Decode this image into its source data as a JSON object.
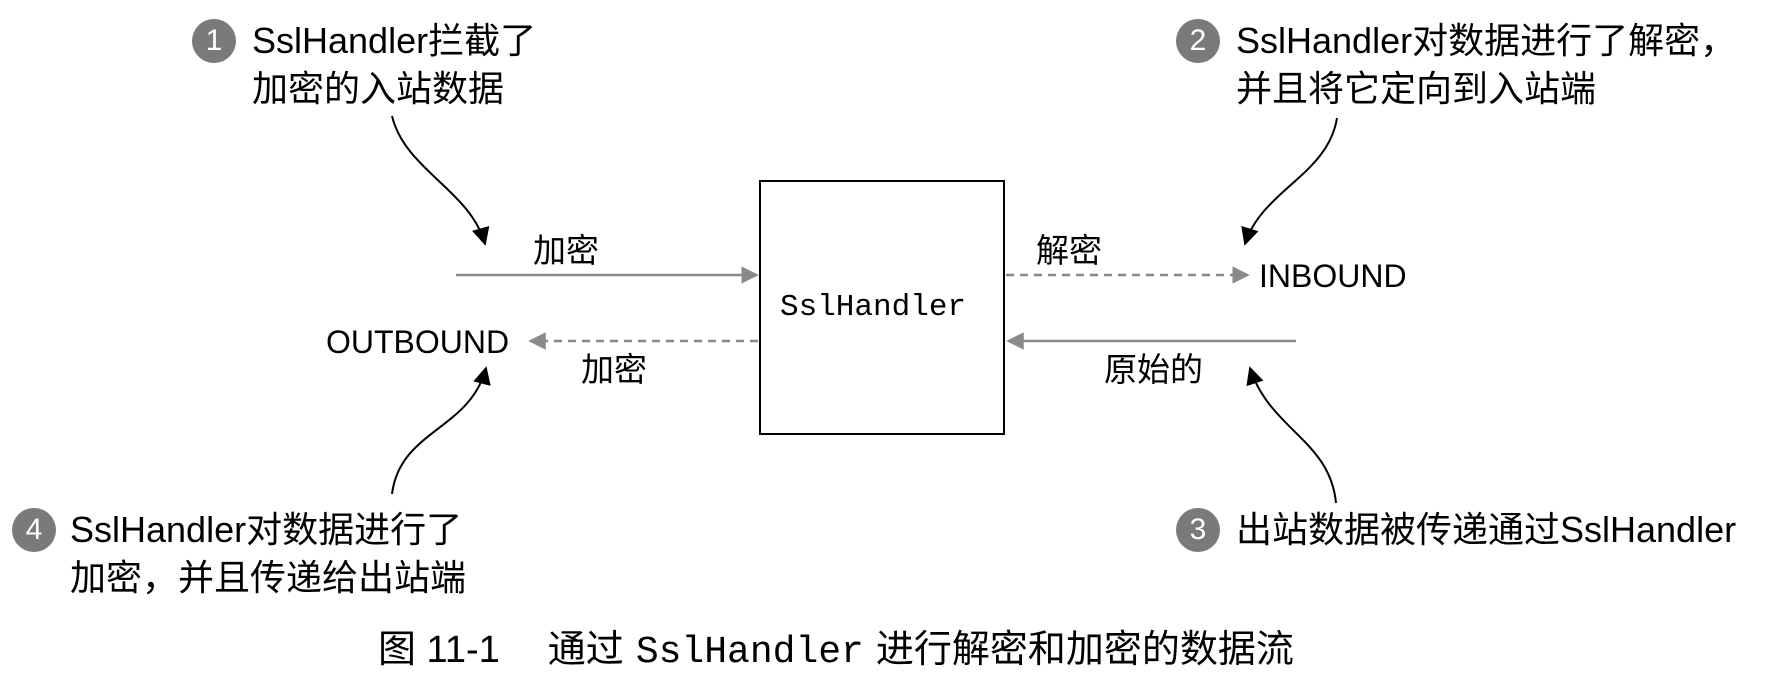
{
  "box": {
    "label": "SslHandler"
  },
  "flows": {
    "top_left_label": "加密",
    "top_right_label": "解密",
    "bottom_left_label": "加密",
    "bottom_right_label": "原始的",
    "inbound": "INBOUND",
    "outbound": "OUTBOUND"
  },
  "callouts": [
    {
      "number": "1",
      "lines": [
        "SslHandler拦截了",
        "加密的入站数据"
      ]
    },
    {
      "number": "2",
      "lines": [
        "SslHandler对数据进行了解密，",
        "并且将它定向到入站端"
      ]
    },
    {
      "number": "3",
      "lines": [
        "出站数据被传递通过SslHandler"
      ]
    },
    {
      "number": "4",
      "lines": [
        "SslHandler对数据进行了",
        "加密，并且传递给出站端"
      ]
    }
  ],
  "caption": {
    "prefix": "图 11-1",
    "before": "通过",
    "code": "SslHandler",
    "after": "进行解密和加密的数据流"
  },
  "colors": {
    "badge": "#7a7a7a",
    "solid_arrow": "#8a8a8a",
    "dashed_arrow": "#8a8a8a",
    "curve": "#000000"
  }
}
